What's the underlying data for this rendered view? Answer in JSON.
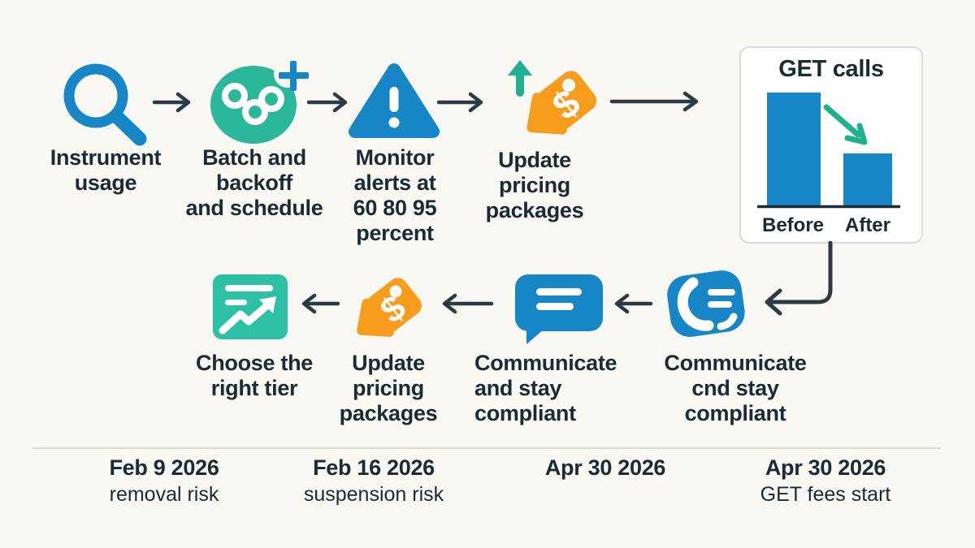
{
  "colors": {
    "background": "#faf8f3",
    "blue": "#1786c7",
    "teal": "#2bb79a",
    "teal_bright": "#2ec0a4",
    "teal_arrow": "#1fb08c",
    "orange": "#f89c1e",
    "dark_text": "#1c2a33",
    "flow_arrow": "#2b3a43",
    "card_border": "#d8dcde"
  },
  "flow_top": [
    {
      "icon": "magnifier-search",
      "lines": [
        "Instrument",
        "usage"
      ]
    },
    {
      "icon": "network-nodes-plus",
      "lines": [
        "Batch and",
        "backoff",
        "and schedule"
      ]
    },
    {
      "icon": "warning-triangle",
      "lines": [
        "Monitor",
        "alerts at",
        "60 80 95",
        "percent"
      ]
    },
    {
      "icon": "price-tag-dollar-up",
      "lines": [
        "Update",
        "pricing",
        "packages"
      ]
    }
  ],
  "chart_data": {
    "type": "bar",
    "title": "GET calls",
    "categories": [
      "Before",
      "After"
    ],
    "values": [
      100,
      46
    ],
    "annotations": [
      "decrease-arrow"
    ],
    "legend": "none",
    "grid": false
  },
  "flow_bottom": [
    {
      "icon": "phone-chat",
      "lines": [
        "Communicate",
        "cnd stay",
        "compliant"
      ]
    },
    {
      "icon": "chat-bubble",
      "lines": [
        "Communicate",
        "and stay",
        "compliant"
      ]
    },
    {
      "icon": "price-tag-dollar",
      "lines": [
        "Update",
        "pricing",
        "packages"
      ]
    },
    {
      "icon": "chart-trend-up",
      "lines": [
        "Choose the",
        "right tier"
      ]
    }
  ],
  "timeline": [
    {
      "date": "Feb 9 2026",
      "label": "removal risk"
    },
    {
      "date": "Feb 16 2026",
      "label": "suspension risk"
    },
    {
      "date": "Apr 30 2026",
      "label": ""
    },
    {
      "date": "Apr 30 2026",
      "label": "GET fees start"
    }
  ]
}
